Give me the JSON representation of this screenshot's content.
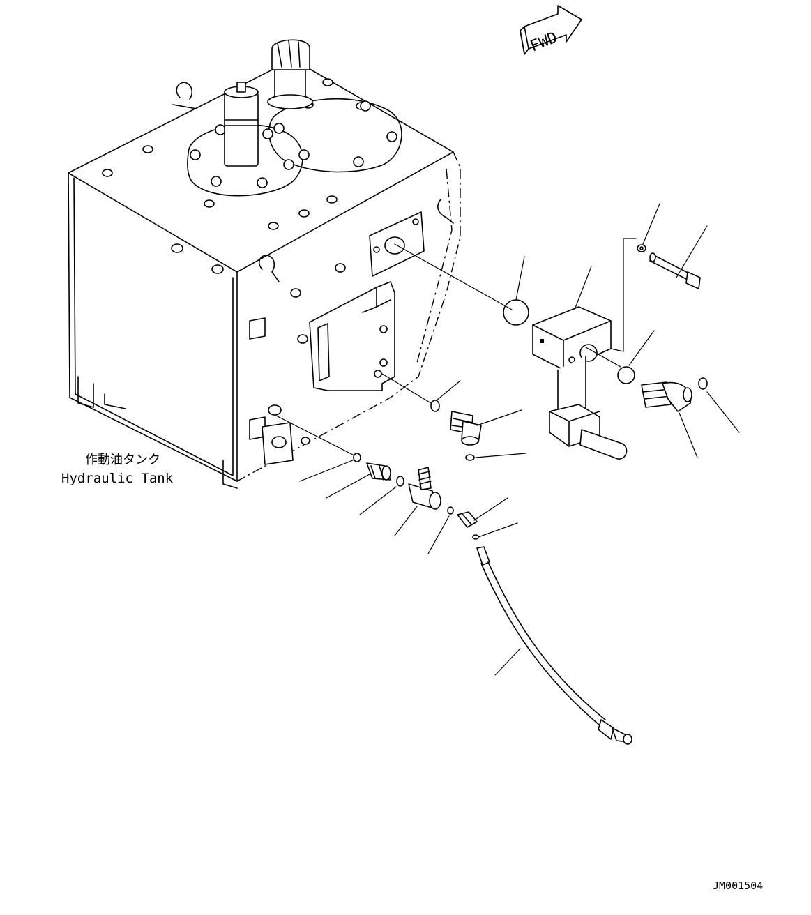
{
  "direction_arrow": {
    "label": "FWD",
    "icon": "forward-arrow-icon"
  },
  "tank": {
    "label_jp": "作動油タンク",
    "label_en": "Hydraulic Tank"
  },
  "drawing_code": "JM001504",
  "colors": {
    "line": "#000000",
    "background": "#ffffff"
  }
}
